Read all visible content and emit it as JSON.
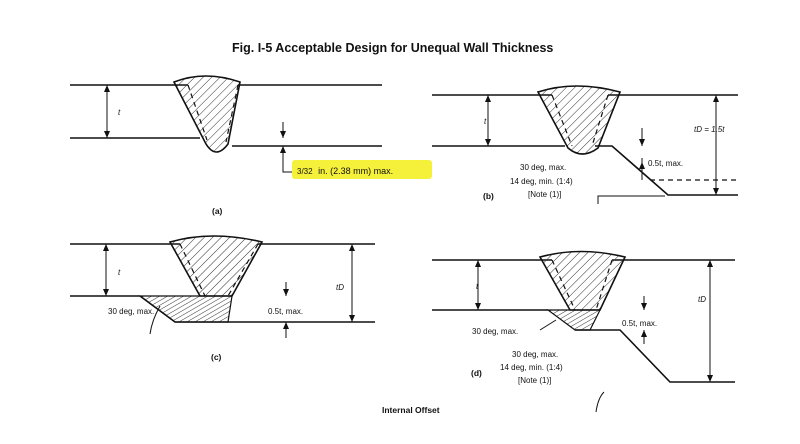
{
  "figure": {
    "title": "Fig. I-5   Acceptable Design for Unequal Wall Thickness",
    "footer": "Internal Offset",
    "highlight_color": "#f5f03a"
  },
  "panels": {
    "a": {
      "caption": "(a)",
      "t_label": "t",
      "offset_prefix": "3/32",
      "offset_label": "in. (2.38 mm) max."
    },
    "b": {
      "caption": "(b)",
      "t_label": "t",
      "tD_label": "tD = 1.5t",
      "offset_label": "0.5t, max.",
      "note_line1": "30 deg, max.",
      "note_line2": "14 deg, min. (1:4)",
      "note_line3": "[Note (1)]"
    },
    "c": {
      "caption": "(c)",
      "t_label": "t",
      "tD_label": "tD",
      "angle_label": "30 deg, max.",
      "offset_label": "0.5t, max."
    },
    "d": {
      "caption": "(d)",
      "t_label": "t",
      "tD_label": "tD",
      "angle_label": "30 deg, max.",
      "offset_label": "0.5t, max.",
      "note_line1": "30 deg, max.",
      "note_line2": "14 deg, min. (1:4)",
      "note_line3": "[Note (1)]"
    }
  }
}
